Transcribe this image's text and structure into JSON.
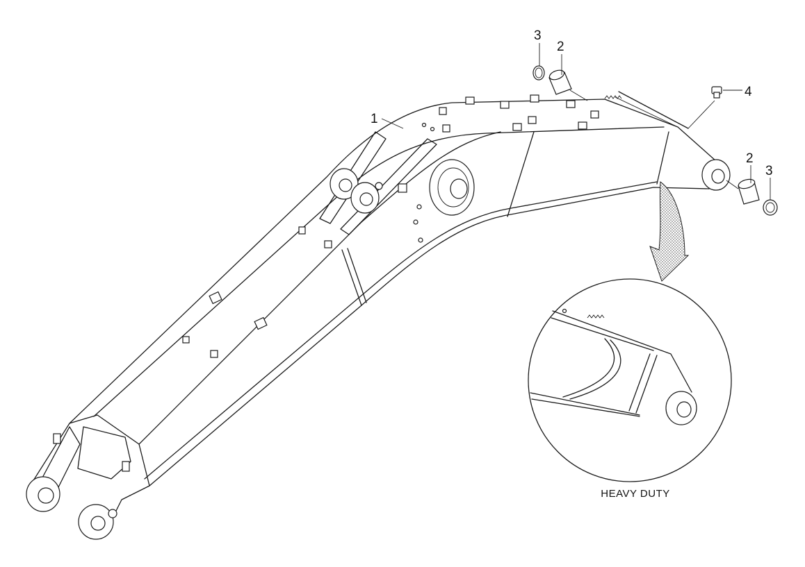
{
  "callouts": {
    "boom": "1",
    "bushing_top": "2",
    "seal_top": "3",
    "fitting": "4",
    "bushing_right": "2",
    "seal_right": "3"
  },
  "detail": {
    "caption": "HEAVY DUTY"
  },
  "colors": {
    "line": "#1a1a1a",
    "background": "#ffffff",
    "arrow_fill": "#d9d9d9"
  }
}
